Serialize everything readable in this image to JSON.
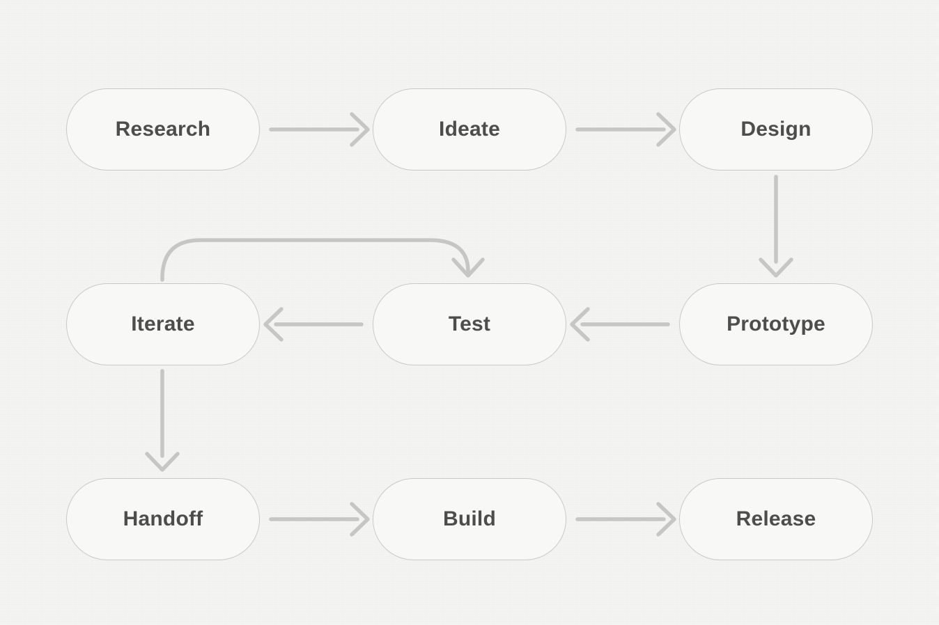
{
  "colors": {
    "background": "#f4f4f3",
    "node_fill": "#f8f8f7",
    "node_border": "#c9c9c7",
    "arrow": "#c6c6c4",
    "text": "#4d4d4b"
  },
  "nodes": [
    {
      "id": "research",
      "label": "Research"
    },
    {
      "id": "ideate",
      "label": "Ideate"
    },
    {
      "id": "design",
      "label": "Design"
    },
    {
      "id": "iterate",
      "label": "Iterate"
    },
    {
      "id": "test",
      "label": "Test"
    },
    {
      "id": "prototype",
      "label": "Prototype"
    },
    {
      "id": "handoff",
      "label": "Handoff"
    },
    {
      "id": "build",
      "label": "Build"
    },
    {
      "id": "release",
      "label": "Release"
    }
  ],
  "edges": [
    {
      "from": "research",
      "to": "ideate",
      "style": "straight-right"
    },
    {
      "from": "ideate",
      "to": "design",
      "style": "straight-right"
    },
    {
      "from": "design",
      "to": "prototype",
      "style": "straight-down"
    },
    {
      "from": "prototype",
      "to": "test",
      "style": "straight-left"
    },
    {
      "from": "test",
      "to": "iterate",
      "style": "straight-left"
    },
    {
      "from": "iterate",
      "to": "test",
      "style": "curved-loop-top"
    },
    {
      "from": "iterate",
      "to": "handoff",
      "style": "straight-down"
    },
    {
      "from": "handoff",
      "to": "build",
      "style": "straight-right"
    },
    {
      "from": "build",
      "to": "release",
      "style": "straight-right"
    }
  ]
}
